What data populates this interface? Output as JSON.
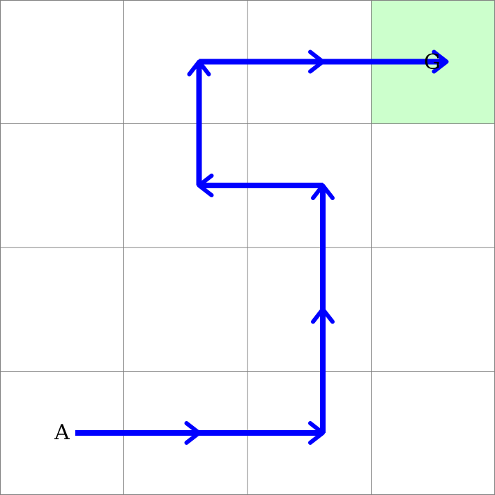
{
  "grid": {
    "rows": 4,
    "cols": 4,
    "line_color": "#808080",
    "goal_cell": {
      "row": 0,
      "col": 3
    },
    "goal_color": "#ccffcc"
  },
  "labels": {
    "start": "A",
    "goal": "G"
  },
  "path": {
    "color": "#0000ff",
    "moves": [
      "right",
      "right",
      "up",
      "up",
      "left",
      "up",
      "right",
      "right"
    ]
  }
}
